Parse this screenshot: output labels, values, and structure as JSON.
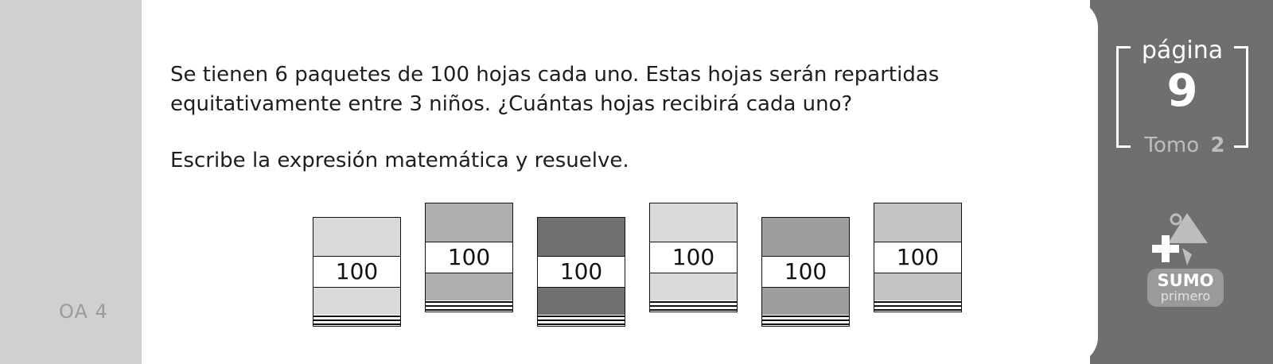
{
  "left_strip": {
    "code": "OA 4"
  },
  "content": {
    "problem_line_1": "Se tienen 6 paquetes de 100 hojas cada uno. Estas hojas serán repartidas",
    "problem_line_2": "equitativamente entre 3 niños. ¿Cuántas hojas recibirá cada uno?",
    "instruction": "Escribe la expresión matemática y resuelve."
  },
  "bundles": [
    {
      "label": "100",
      "color": "#d9d9d9"
    },
    {
      "label": "100",
      "color": "#afafaf"
    },
    {
      "label": "100",
      "color": "#707070"
    },
    {
      "label": "100",
      "color": "#dadada"
    },
    {
      "label": "100",
      "color": "#9e9e9e"
    },
    {
      "label": "100",
      "color": "#c4c4c4"
    }
  ],
  "page_info": {
    "pagina_label": "página",
    "page_number": "9",
    "tomo_label": "Tomo",
    "tomo_number": "2"
  },
  "logo": {
    "word_1": "SUMO",
    "word_2": "primero"
  },
  "colors": {
    "left_strip": "#d0d0d0",
    "right_panel": "#6f6f6f",
    "text": "#1e1e1e"
  }
}
